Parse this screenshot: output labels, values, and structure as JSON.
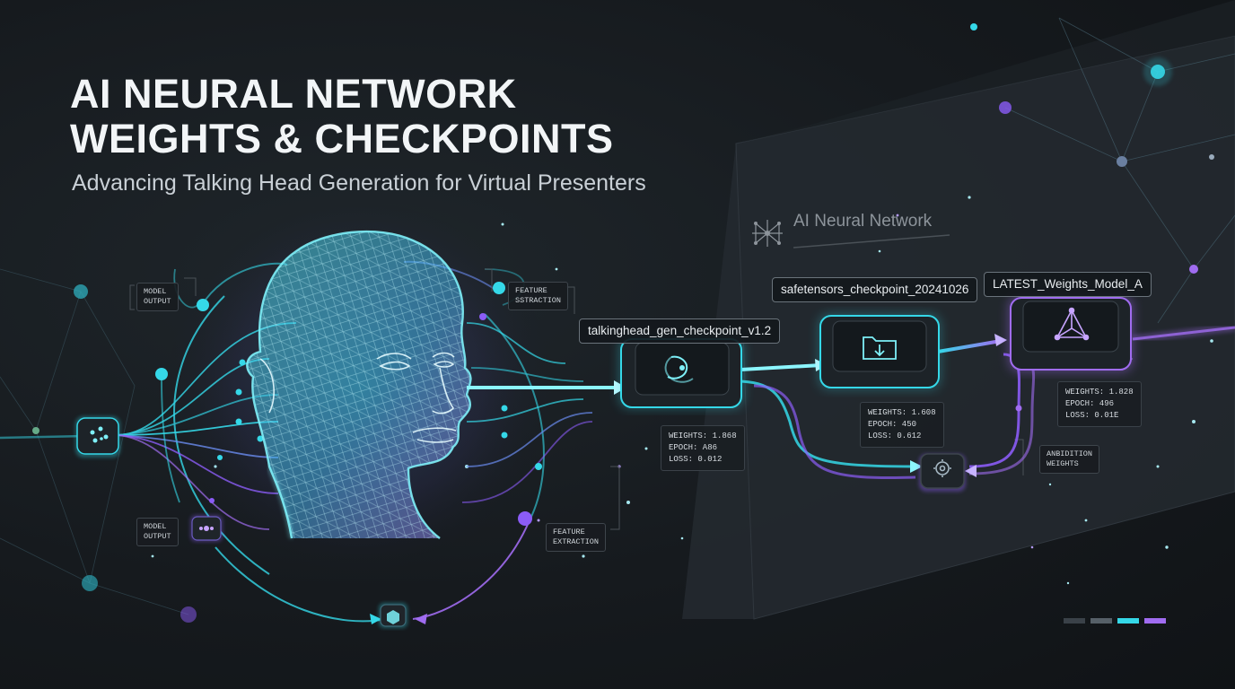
{
  "header": {
    "title_line1": "AI NEURAL NETWORK",
    "title_line2": "WEIGHTS & CHECKPOINTS",
    "subtitle": "Advancing Talking Head Generation for Virtual Presenters"
  },
  "watermark": {
    "text": "AI Neural Network"
  },
  "labels": {
    "model_output_top_1": "MODEL",
    "model_output_top_2": "OUTPUT",
    "model_output_bottom_1": "MODEL",
    "model_output_bottom_2": "OUTPUT",
    "feature_top_1": "FEATURE",
    "feature_top_2": "SSTRACTION",
    "feature_bottom_1": "FEATURE",
    "feature_bottom_2": "EXTRACTION",
    "ambition_1": "ANBIDITION",
    "ambition_2": "WEIGHTS"
  },
  "checkpoints": [
    {
      "name": "talkinghead_gen_checkpoint_v1.2",
      "stats": [
        "WEIGHTS: 1.868",
        "EPOCH: A86",
        "LOSS: 0.012"
      ]
    },
    {
      "name": "safetensors_checkpoint_20241026",
      "stats": [
        "WEIGHTS: 1.608",
        "EPOCH: 450",
        "LOSS: 0.612"
      ]
    },
    {
      "name": "LATEST_Weights_Model_A",
      "stats": [
        "WEIGHTS: 1.828",
        "EPOCH: 496",
        "LOSS: 0.01E"
      ]
    }
  ],
  "colors": {
    "cyan": "#35d8e8",
    "teal": "#2fb8c8",
    "purple": "#a06cf0",
    "violet": "#8b5cf6",
    "background": "#161a1e"
  },
  "icons": [
    "network-icon",
    "loop-icon",
    "folder-download-icon",
    "triangle-network-icon",
    "gear-icon",
    "cube-icon",
    "dots-icon"
  ]
}
